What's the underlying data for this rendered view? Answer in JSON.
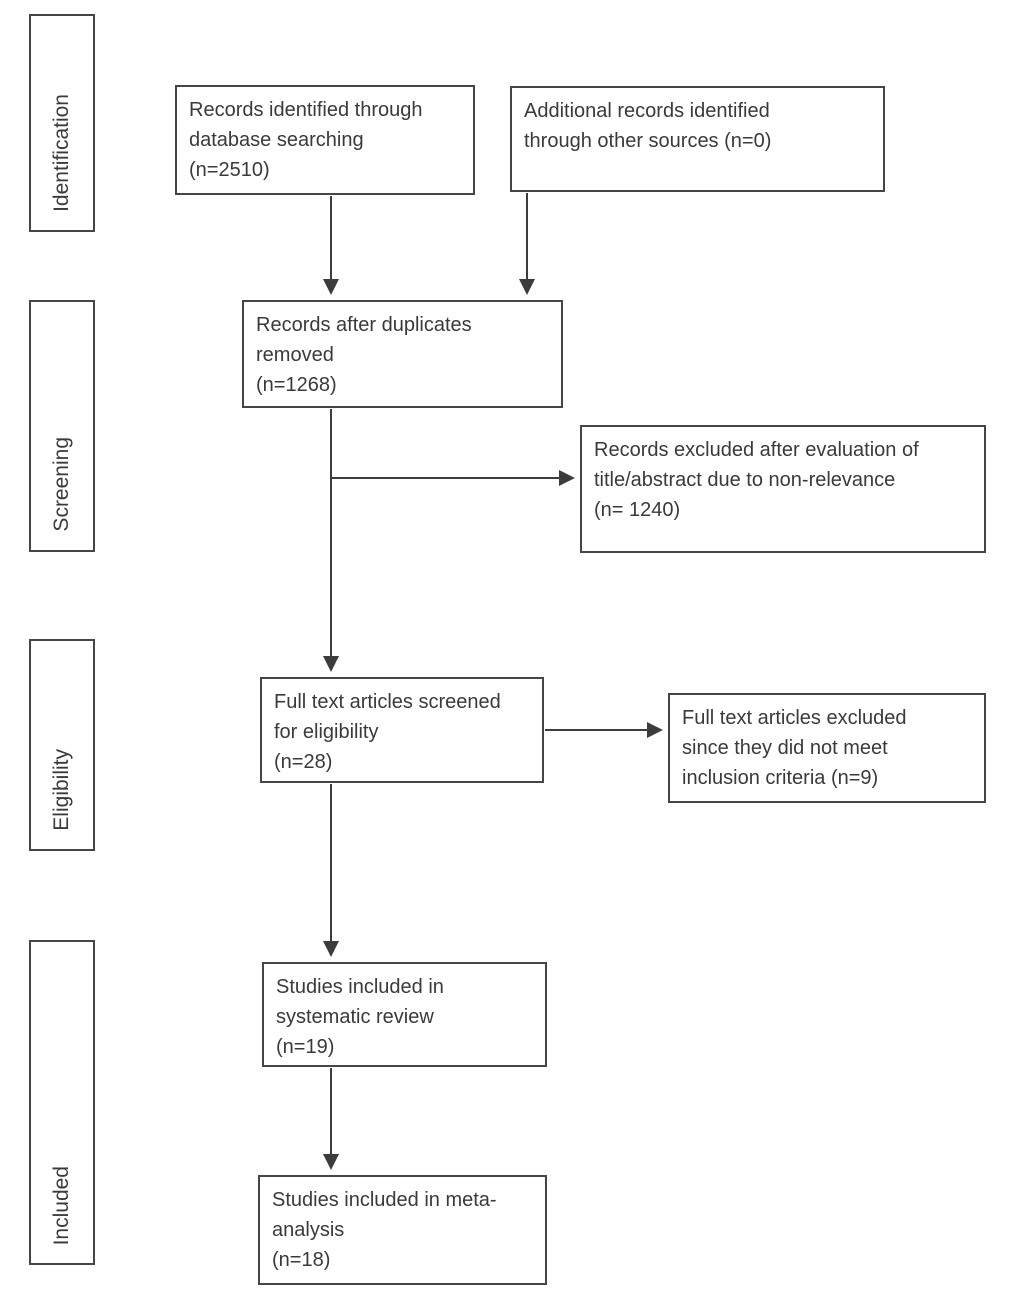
{
  "colors": {
    "background": "#ffffff",
    "box_border": "#464646",
    "text": "#3a3a3a",
    "connector": "#3c3c3c"
  },
  "stages": [
    {
      "label": "Identification"
    },
    {
      "label": "Screening"
    },
    {
      "label": "Eligibility"
    },
    {
      "label": "Included"
    }
  ],
  "nodes": {
    "records_identified": {
      "text": "Records identified through\ndatabase searching\n(n=2510)",
      "count": 2510
    },
    "additional_records": {
      "text": "Additional records identified\nthrough other sources (n=0)",
      "count": 0
    },
    "records_after_duplicates": {
      "text": "Records after duplicates\nremoved\n(n=1268)",
      "count": 1268
    },
    "records_excluded": {
      "text": "Records excluded after evaluation of\ntitle/abstract due to non-relevance\n(n= 1240)",
      "count": 1240
    },
    "full_text_screened": {
      "text": "Full text articles screened\nfor eligibility\n(n=28)",
      "count": 28
    },
    "full_text_excluded": {
      "text": "Full text articles excluded\nsince they did not meet\ninclusion criteria (n=9)",
      "count": 9
    },
    "systematic_review": {
      "text": "Studies included in\nsystematic review\n(n=19)",
      "count": 19
    },
    "meta_analysis": {
      "text": "Studies included in meta-\nanalysis\n(n=18)",
      "count": 18
    }
  }
}
